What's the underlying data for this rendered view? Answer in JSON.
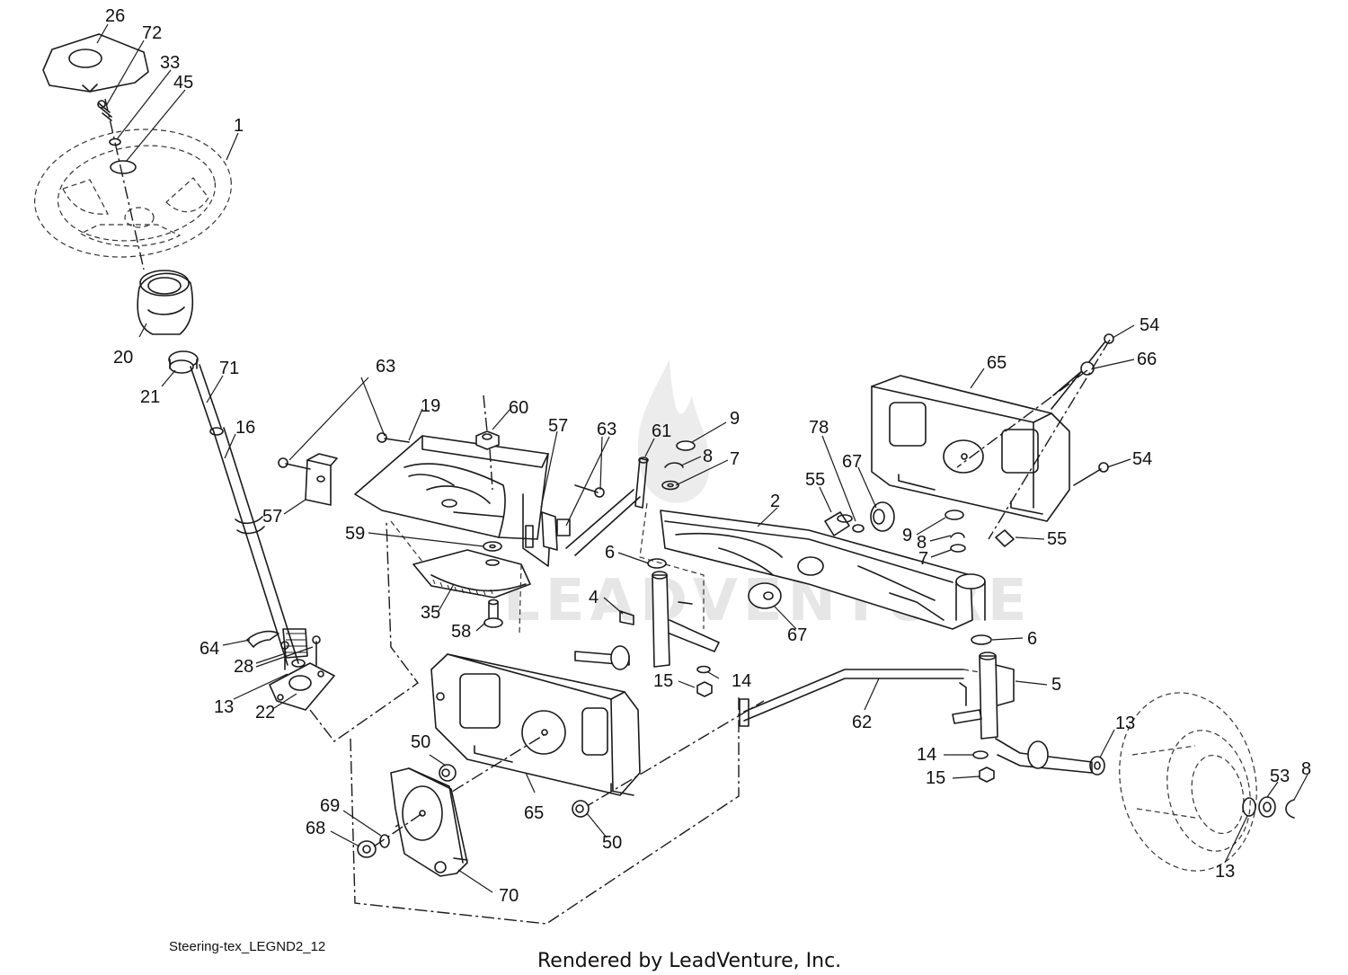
{
  "diagram": {
    "watermark": "LEADVENTURE",
    "caption": "Steering-tex_LEGND2_12",
    "footer": "Rendered by LeadVenture, Inc."
  },
  "callouts": [
    {
      "id": "c26",
      "label": "26"
    },
    {
      "id": "c72",
      "label": "72"
    },
    {
      "id": "c33",
      "label": "33"
    },
    {
      "id": "c45",
      "label": "45"
    },
    {
      "id": "c1",
      "label": "1"
    },
    {
      "id": "c20",
      "label": "20"
    },
    {
      "id": "c21",
      "label": "21"
    },
    {
      "id": "c71",
      "label": "71"
    },
    {
      "id": "c16",
      "label": "16"
    },
    {
      "id": "c63a",
      "label": "63"
    },
    {
      "id": "c19",
      "label": "19"
    },
    {
      "id": "c60",
      "label": "60"
    },
    {
      "id": "c57a",
      "label": "57"
    },
    {
      "id": "c63b",
      "label": "63"
    },
    {
      "id": "c61",
      "label": "61"
    },
    {
      "id": "c9a",
      "label": "9"
    },
    {
      "id": "c8a",
      "label": "8"
    },
    {
      "id": "c7a",
      "label": "7"
    },
    {
      "id": "c78",
      "label": "78"
    },
    {
      "id": "c67a",
      "label": "67"
    },
    {
      "id": "c2",
      "label": "2"
    },
    {
      "id": "c55a",
      "label": "55"
    },
    {
      "id": "c65a",
      "label": "65"
    },
    {
      "id": "c54a",
      "label": "54"
    },
    {
      "id": "c66",
      "label": "66"
    },
    {
      "id": "c54b",
      "label": "54"
    },
    {
      "id": "c55b",
      "label": "55"
    },
    {
      "id": "c9b",
      "label": "9"
    },
    {
      "id": "c8b",
      "label": "8"
    },
    {
      "id": "c7b",
      "label": "7"
    },
    {
      "id": "c57b",
      "label": "57"
    },
    {
      "id": "c59",
      "label": "59"
    },
    {
      "id": "c6a",
      "label": "6"
    },
    {
      "id": "c35",
      "label": "35"
    },
    {
      "id": "c58",
      "label": "58"
    },
    {
      "id": "c4",
      "label": "4"
    },
    {
      "id": "c67b",
      "label": "67"
    },
    {
      "id": "c6b",
      "label": "6"
    },
    {
      "id": "c64",
      "label": "64"
    },
    {
      "id": "c28",
      "label": "28"
    },
    {
      "id": "c13a",
      "label": "13"
    },
    {
      "id": "c22",
      "label": "22"
    },
    {
      "id": "c15a",
      "label": "15"
    },
    {
      "id": "c14a",
      "label": "14"
    },
    {
      "id": "c5",
      "label": "5"
    },
    {
      "id": "c62",
      "label": "62"
    },
    {
      "id": "c13b",
      "label": "13"
    },
    {
      "id": "c50a",
      "label": "50"
    },
    {
      "id": "c14b",
      "label": "14"
    },
    {
      "id": "c15b",
      "label": "15"
    },
    {
      "id": "c53",
      "label": "53"
    },
    {
      "id": "c8c",
      "label": "8"
    },
    {
      "id": "c65b",
      "label": "65"
    },
    {
      "id": "c69",
      "label": "69"
    },
    {
      "id": "c68",
      "label": "68"
    },
    {
      "id": "c50b",
      "label": "50"
    },
    {
      "id": "c13c",
      "label": "13"
    },
    {
      "id": "c70",
      "label": "70"
    }
  ]
}
